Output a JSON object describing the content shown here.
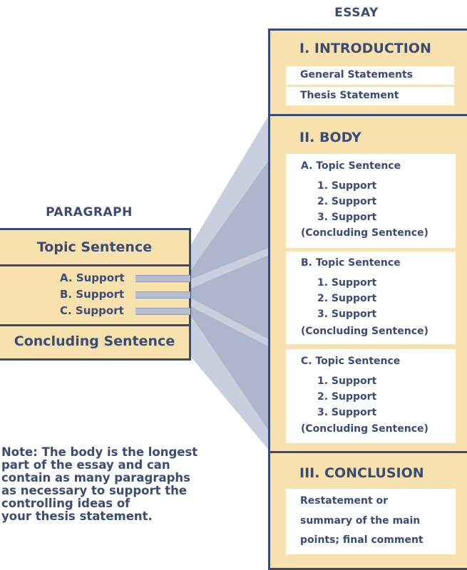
{
  "essay": {
    "title": "ESSAY",
    "introduction": {
      "heading": "I. INTRODUCTION",
      "items": [
        "General Statements",
        "Thesis Statement"
      ]
    },
    "body": {
      "heading": "II. BODY",
      "paragraphs": [
        {
          "topic": "A. Topic Sentence",
          "supports": [
            "1. Support",
            "2. Support",
            "3. Support"
          ],
          "concluding": "(Concluding Sentence)"
        },
        {
          "topic": "B. Topic Sentence",
          "supports": [
            "1. Support",
            "2. Support",
            "3. Support"
          ],
          "concluding": "(Concluding Sentence)"
        },
        {
          "topic": "C. Topic Sentence",
          "supports": [
            "1. Support",
            "2. Support",
            "3. Support"
          ],
          "concluding": "(Concluding Sentence)"
        }
      ]
    },
    "conclusion": {
      "heading": "III. CONCLUSION",
      "lines": [
        "Restatement or",
        "summary of the main",
        "points; final comment"
      ]
    }
  },
  "paragraph": {
    "title": "PARAGRAPH",
    "topic": "Topic Sentence",
    "supports": [
      "A. Support",
      "B. Support",
      "C. Support"
    ],
    "concluding": "Concluding Sentence"
  },
  "note": {
    "lines": [
      "Note: The body is the longest",
      "part of the essay and can",
      "contain as many paragraphs",
      "as necessary to support the",
      "controlling ideas of",
      "your thesis statement."
    ]
  },
  "colors": {
    "navy": "#3a4b76",
    "beige": "#f7e1ad",
    "connector": "#b5bdd2"
  }
}
